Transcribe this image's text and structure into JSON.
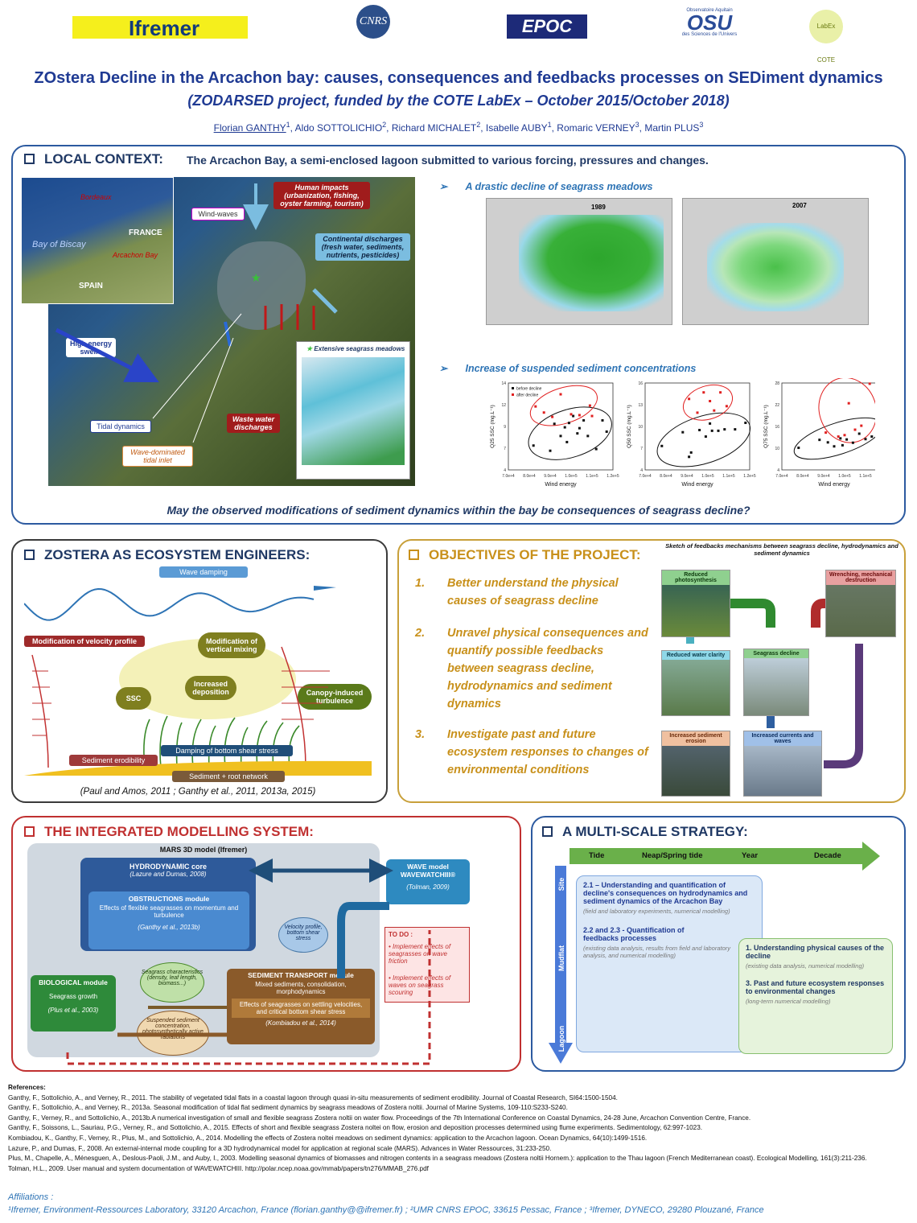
{
  "logos": {
    "ifremer": "Ifremer",
    "cnrs": "CNRS",
    "epoc": "EPOC",
    "osu_top": "Observatoire Aquitain",
    "osu": "OSU",
    "osu_bottom": "des Sciences de l'Univers",
    "labex": "LabEx COTE"
  },
  "title": "ZOstera Decline in the Arcachon bay: causes, consequences and feedbacks processes on SEDiment dynamics",
  "subtitle": "(ZODARSED project, funded by the COTE LabEx – October 2015/October 2018)",
  "authors": [
    {
      "name": "Florian GANTHY",
      "sup": "1"
    },
    {
      "name": "Aldo SOTTOLICHIO",
      "sup": "2"
    },
    {
      "name": "Richard MICHALET",
      "sup": "2"
    },
    {
      "name": "Isabelle AUBY",
      "sup": "1"
    },
    {
      "name": "Romaric VERNEY",
      "sup": "3"
    },
    {
      "name": "Martin PLUS",
      "sup": "3"
    }
  ],
  "local_context": {
    "heading": "LOCAL CONTEXT:",
    "description": "The Arcachon Bay, a semi-enclosed lagoon submitted to various forcing, pressures and changes.",
    "map_labels": {
      "bay_of_biscay": "Bay of Biscay",
      "france": "FRANCE",
      "spain": "SPAIN",
      "arcachon_bay": "Arcachon Bay",
      "bordeaux": "Bordeaux",
      "wind_waves": "Wind-waves",
      "human_impacts": "Human impacts (urbanization, fishing, oyster farming, tourism)",
      "continental": "Continental discharges (fresh water, sediments, nutrients, pesticides)",
      "high_energy": "High energy swells",
      "tidal": "Tidal dynamics",
      "wave_dominated": "Wave-dominated tidal inlet",
      "waste_water": "Waste water discharges",
      "extensive": "Extensive seagrass meadows"
    },
    "decline_heading": "A drastic decline of seagrass meadows",
    "map_1989": "1989",
    "map_2007": "2007",
    "ssc_heading": "Increase of suspended sediment concentrations",
    "question": "May the observed modifications of sediment dynamics within the bay be consequences of seagrass decline?"
  },
  "chart_data": [
    {
      "type": "scatter",
      "title": "",
      "xlabel": "Wind energy",
      "ylabel": "Q25 SSC (mg.L⁻¹)",
      "ylim": [
        4,
        14
      ],
      "xticks": [
        "7.0e+4",
        "8.0e+4",
        "9.0e+4",
        "1.0e+5",
        "1.1e+5",
        "1.2e+5"
      ],
      "legend": [
        "before decline",
        "after decline"
      ],
      "series": [
        {
          "name": "before decline",
          "points": [
            [
              82000,
              6.8
            ],
            [
              92000,
              9.3
            ],
            [
              95000,
              7.9
            ],
            [
              97000,
              8.9
            ],
            [
              99000,
              9.4
            ],
            [
              101000,
              10.2
            ],
            [
              104000,
              8.8
            ],
            [
              106000,
              9.7
            ],
            [
              108000,
              7.9
            ],
            [
              112000,
              6.4
            ],
            [
              115000,
              9.7
            ],
            [
              90000,
              6.2
            ],
            [
              98000,
              7.2
            ],
            [
              103000,
              8.2
            ],
            [
              117000,
              8.4
            ]
          ]
        },
        {
          "name": "after decline",
          "points": [
            [
              83000,
              11.3
            ],
            [
              87000,
              10.6
            ],
            [
              91000,
              10.1
            ],
            [
              95000,
              12.7
            ],
            [
              100000,
              10.4
            ],
            [
              104000,
              10.3
            ],
            [
              109000,
              11.4
            ],
            [
              110000,
              10.2
            ]
          ]
        }
      ]
    },
    {
      "type": "scatter",
      "title": "",
      "xlabel": "Wind energy",
      "ylabel": "Q50 SSC (mg.L⁻¹)",
      "ylim": [
        4,
        16
      ],
      "xticks": [
        "7.0e+4",
        "8.0e+4",
        "9.0e+4",
        "1.0e+5",
        "1.1e+5",
        "1.2e+5"
      ],
      "legend": [],
      "series": [
        {
          "name": "before decline",
          "points": [
            [
              78000,
              7.3
            ],
            [
              88000,
              9.2
            ],
            [
              92000,
              6.4
            ],
            [
              96000,
              9.5
            ],
            [
              99000,
              8.6
            ],
            [
              102000,
              9.4
            ],
            [
              105000,
              9.4
            ],
            [
              108000,
              9.6
            ],
            [
              113000,
              9.6
            ],
            [
              118000,
              10.5
            ],
            [
              91000,
              5.8
            ],
            [
              101000,
              10.4
            ]
          ]
        },
        {
          "name": "after decline",
          "points": [
            [
              91000,
              13.8
            ],
            [
              95000,
              11.9
            ],
            [
              98000,
              14.7
            ],
            [
              101000,
              13.5
            ],
            [
              106000,
              14.7
            ],
            [
              109000,
              12.8
            ],
            [
              103000,
              12.2
            ]
          ]
        }
      ]
    },
    {
      "type": "scatter",
      "title": "",
      "xlabel": "Wind energy",
      "ylabel": "Q75 SSC (mg.L⁻¹)",
      "ylim": [
        4,
        28
      ],
      "xticks": [
        "7.0e+4",
        "8.0e+4",
        "9.0e+4",
        "1.0e+5",
        "1.1e+5",
        "1.2e+5"
      ],
      "legend": [],
      "series": [
        {
          "name": "before decline",
          "points": [
            [
              78000,
              10.1
            ],
            [
              88000,
              12.3
            ],
            [
              92000,
              11.6
            ],
            [
              95000,
              10.5
            ],
            [
              98000,
              12.7
            ],
            [
              101000,
              12.4
            ],
            [
              104000,
              11.5
            ],
            [
              107000,
              14.0
            ],
            [
              110000,
              12.5
            ],
            [
              113000,
              13.2
            ],
            [
              116000,
              15.2
            ],
            [
              99000,
              10.8
            ]
          ]
        },
        {
          "name": "after decline",
          "points": [
            [
              91000,
              14.3
            ],
            [
              97000,
              13.2
            ],
            [
              100000,
              13.6
            ],
            [
              102000,
              22.4
            ],
            [
              105000,
              15.1
            ],
            [
              108000,
              16.2
            ],
            [
              112000,
              27.8
            ]
          ]
        }
      ]
    }
  ],
  "ecosystem": {
    "heading": "ZOSTERA AS ECOSYSTEM ENGINEERS:",
    "labels": {
      "wave_damping": "Wave damping",
      "velocity_profile": "Modification of velocity profile",
      "vertical_mixing": "Modification of vertical mixing",
      "increased_deposition": "Increased deposition",
      "ssc": "SSC",
      "canopy": "Canopy-induced turbulence",
      "bottom_shear": "Damping of bottom shear stress",
      "erodibility": "Sediment erodibility",
      "root_network": "Sediment + root network"
    },
    "citation": "(Paul and Amos, 2011 ; Ganthy et al., 2011, 2013a, 2015)"
  },
  "objectives": {
    "heading": "OBJECTIVES OF THE PROJECT:",
    "sketch_title": "Sketch of feedbacks mechanisms between seagrass decline, hydrodynamics and sediment dynamics",
    "items": [
      {
        "num": "1.",
        "text": "Better understand the physical causes of seagrass decline"
      },
      {
        "num": "2.",
        "text": "Unravel physical consequences and quantify possible feedbacks between seagrass decline, hydrodynamics and sediment dynamics"
      },
      {
        "num": "3.",
        "text": "Investigate past and future ecosystem responses to changes of environmental conditions"
      }
    ],
    "sketch_labels": {
      "reduced_photo": "Reduced photosynthesis",
      "wrenching": "Wrenching, mechanical destruction",
      "reduced_clarity": "Reduced water clarity",
      "seagrass_decline": "Seagrass decline",
      "increased_erosion": "Increased sediment erosion",
      "increased_currents": "Increased currents and waves"
    }
  },
  "modelling": {
    "heading": "THE INTEGRATED MODELLING SYSTEM:",
    "mars": "MARS 3D model (Ifremer)",
    "hydro": "HYDRODYNAMIC core",
    "hydro_ref": "(Lazure and Dumas, 2008)",
    "obstr": "OBSTRUCTIONS module",
    "obstr_desc": "Effects of flexible seagrasses on momentum and turbulence",
    "obstr_ref": "(Ganthy et al., 2013b)",
    "wave": "WAVE model WAVEWATCHIII®",
    "wave_ref": "(Tolman, 2009)",
    "velocity": "Velocity profile, bottom shear stress",
    "todo_title": "TO DO :",
    "todo_1": "Implement effects of seagrasses on wave friction",
    "todo_2": "Implement effects of waves on seagrass scouring",
    "seagrass_char": "Seagrass characteristics (density, leaf length, biomass...)",
    "bio": "BIOLOGICAL module",
    "bio_desc": "Seagrass growth",
    "bio_ref": "(Plus et al., 2003)",
    "sed": "SEDIMENT TRANSPORT module",
    "sed_desc": "Mixed sediments, consolidation, morphodynamics",
    "sed_effects": "Effects of seagrasses on settling velocities, and critical bottom shear stress",
    "sed_ref": "(Kombiadou et al., 2014)",
    "ssc_conc": "Suspended sediment concentration, photosynthetically active radiations"
  },
  "strategy": {
    "heading": "A MULTI-SCALE STRATEGY:",
    "time_labels": [
      "Tide",
      "Neap/Spring tide",
      "Year",
      "Decade"
    ],
    "space_labels": [
      "Site",
      "Mudflat",
      "Lagoon"
    ],
    "b1_title": "2.1 – Understanding and quantification of decline's consequences on hydrodynamics and sediment dynamics of the Arcachon Bay",
    "b1_note": "(field and laboratory experiments, numerical modelling)",
    "b2_title": "2.2 and 2.3 - Quantification of feedbacks processes",
    "b2_note": "(existing data analysis, results from field and laboratory analysis, and numerical modelling)",
    "g1_title": "1. Understanding physical causes of the decline",
    "g1_note": "(existing data analysis, numerical modelling)",
    "g2_title": "3. Past and future ecosystem responses to environmental changes",
    "g2_note": "(long-term numerical modelling)"
  },
  "references": {
    "title": "References:",
    "items": [
      "Ganthy, F., Sottolichio, A., and Verney, R., 2011. The stability of vegetated tidal flats in a coastal lagoon through quasi in-situ measurements of sediment erodibility. Journal of Coastal Research, SI64:1500-1504.",
      "Ganthy, F., Sottolichio, A., and Verney, R., 2013a. Seasonal modification of tidal flat sediment dynamics by seagrass meadows of Zostera noltii. Journal of Marine Systems, 109-110:S233-S240.",
      "Ganthy, F., Verney, R., and Sottolichio, A., 2013b.A numerical investigation of small and flexible seagrass Zostera noltii on water flow. Proceedings of the 7th International Conference on Coastal Dynamics, 24-28 June, Arcachon Convention Centre, France.",
      "Ganthy, F., Soissons, L., Sauriau, P.G., Verney, R., and Sottolichio, A., 2015. Effects of short and flexible seagrass Zostera noltei on flow, erosion and deposition processes determined using flume experiments. Sedimentology, 62:997-1023.",
      "Kombiadou, K., Ganthy, F., Verney, R., Plus, M., and Sottolichio, A., 2014. Modelling the effects of Zostera noltei meadows on sediment dynamics: application to the Arcachon lagoon. Ocean Dynamics, 64(10):1499-1516.",
      "Lazure, P., and Dumas, F., 2008. An external-internal mode coupling for a 3D hydrodynamical model for application at regional scale (MARS). Advances in Water Ressources, 31:233-250.",
      "Plus, M., Chapelle, A., Ménesguen, A., Deslous-Paoli, J.M., and Auby, I., 2003. Modelling seasonal dynamics of biomasses and nitrogen contents in a seagrass meadows (Zostera noltii Hornem.): application to the Thau lagoon (French Mediterranean coast). Ecological Modelling, 161(3):211-236.",
      "Tolman, H.L., 2009. User manual and system documentation of WAVEWATCHIII. http://polar.ncep.noaa.gov/mmab/papers/tn276/MMAB_276.pdf"
    ]
  },
  "affiliations": {
    "title": "Affiliations :",
    "text": "¹Ifremer, Environment-Ressources Laboratory, 33120 Arcachon, France (florian.ganthy@@ifremer.fr) ; ²UMR CNRS EPOC, 33615 Pessac, France ; ³Ifremer, DYNECO, 29280 Plouzané, France"
  }
}
